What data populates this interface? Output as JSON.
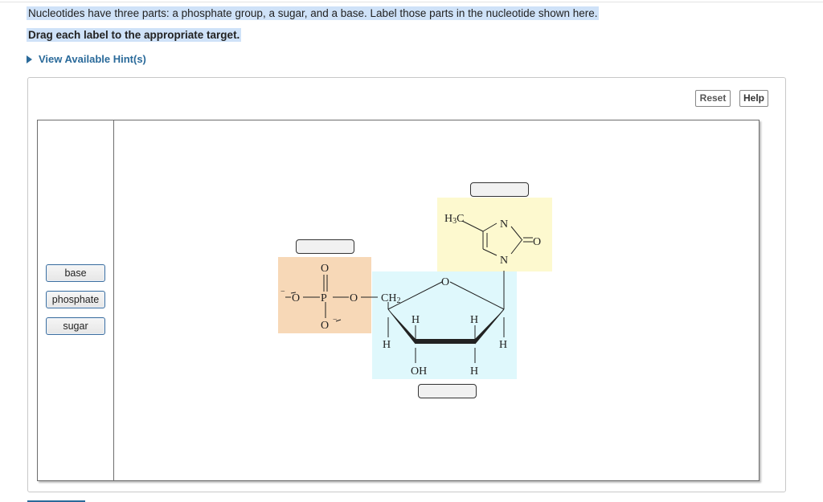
{
  "instructions": {
    "prompt": "Nucleotides have three parts: a phosphate group, a sugar, and a base. Label those parts in the nucleotide shown here.",
    "drag_instruction": "Drag each label to the appropriate target.",
    "hint_link": "View Available Hint(s)"
  },
  "toolbar": {
    "reset_label": "Reset",
    "help_label": "Help"
  },
  "labels": [
    "base",
    "phosphate",
    "sugar"
  ],
  "molecule": {
    "phosphate": {
      "O_top": "O",
      "O_minus_left": "O",
      "P": "P",
      "O_bridge": "O",
      "CH2": "CH",
      "CH2_sub": "2",
      "O_bottom": "O"
    },
    "sugar": {
      "ring_O": "O",
      "H_c4": "H",
      "H_c3_up": "H",
      "H_c2_up": "H",
      "H_c1": "H",
      "OH": "OH",
      "H_c2_down": "H"
    },
    "base": {
      "H3C_H": "H",
      "H3C_sub": "3",
      "H3C_C": "C",
      "N_top": "N",
      "N_bottom": "N",
      "carbonyl_O": "O"
    }
  },
  "colors": {
    "phosphate_box": "#f7d8b7",
    "sugar_box": "#dff8fc",
    "base_box": "#fdf9cf",
    "highlight": "#cfe2f8"
  }
}
